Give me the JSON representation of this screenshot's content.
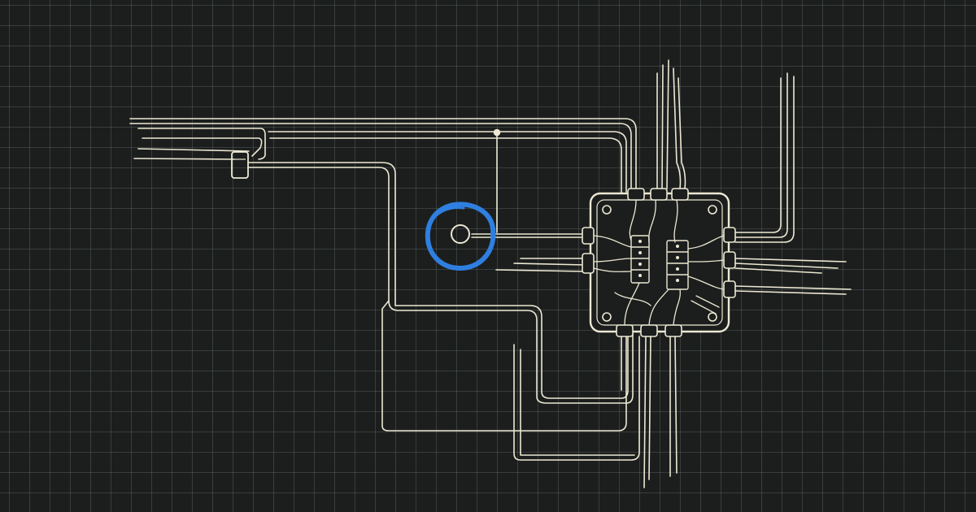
{
  "diagram": {
    "style": "hand-drawn wiring sketch on dark grid paper",
    "colors": {
      "background": "#1c1e1e",
      "grid_line": "#5c6363",
      "wire": "#ece8d2",
      "highlight": "#2f7fe0"
    },
    "elements": [
      {
        "kind": "junction-box",
        "icon": "junction-box-icon"
      },
      {
        "kind": "highlight-circle",
        "icon": "blue-circle-marker"
      },
      {
        "kind": "connector",
        "icon": "wire-connector-icon"
      }
    ]
  }
}
